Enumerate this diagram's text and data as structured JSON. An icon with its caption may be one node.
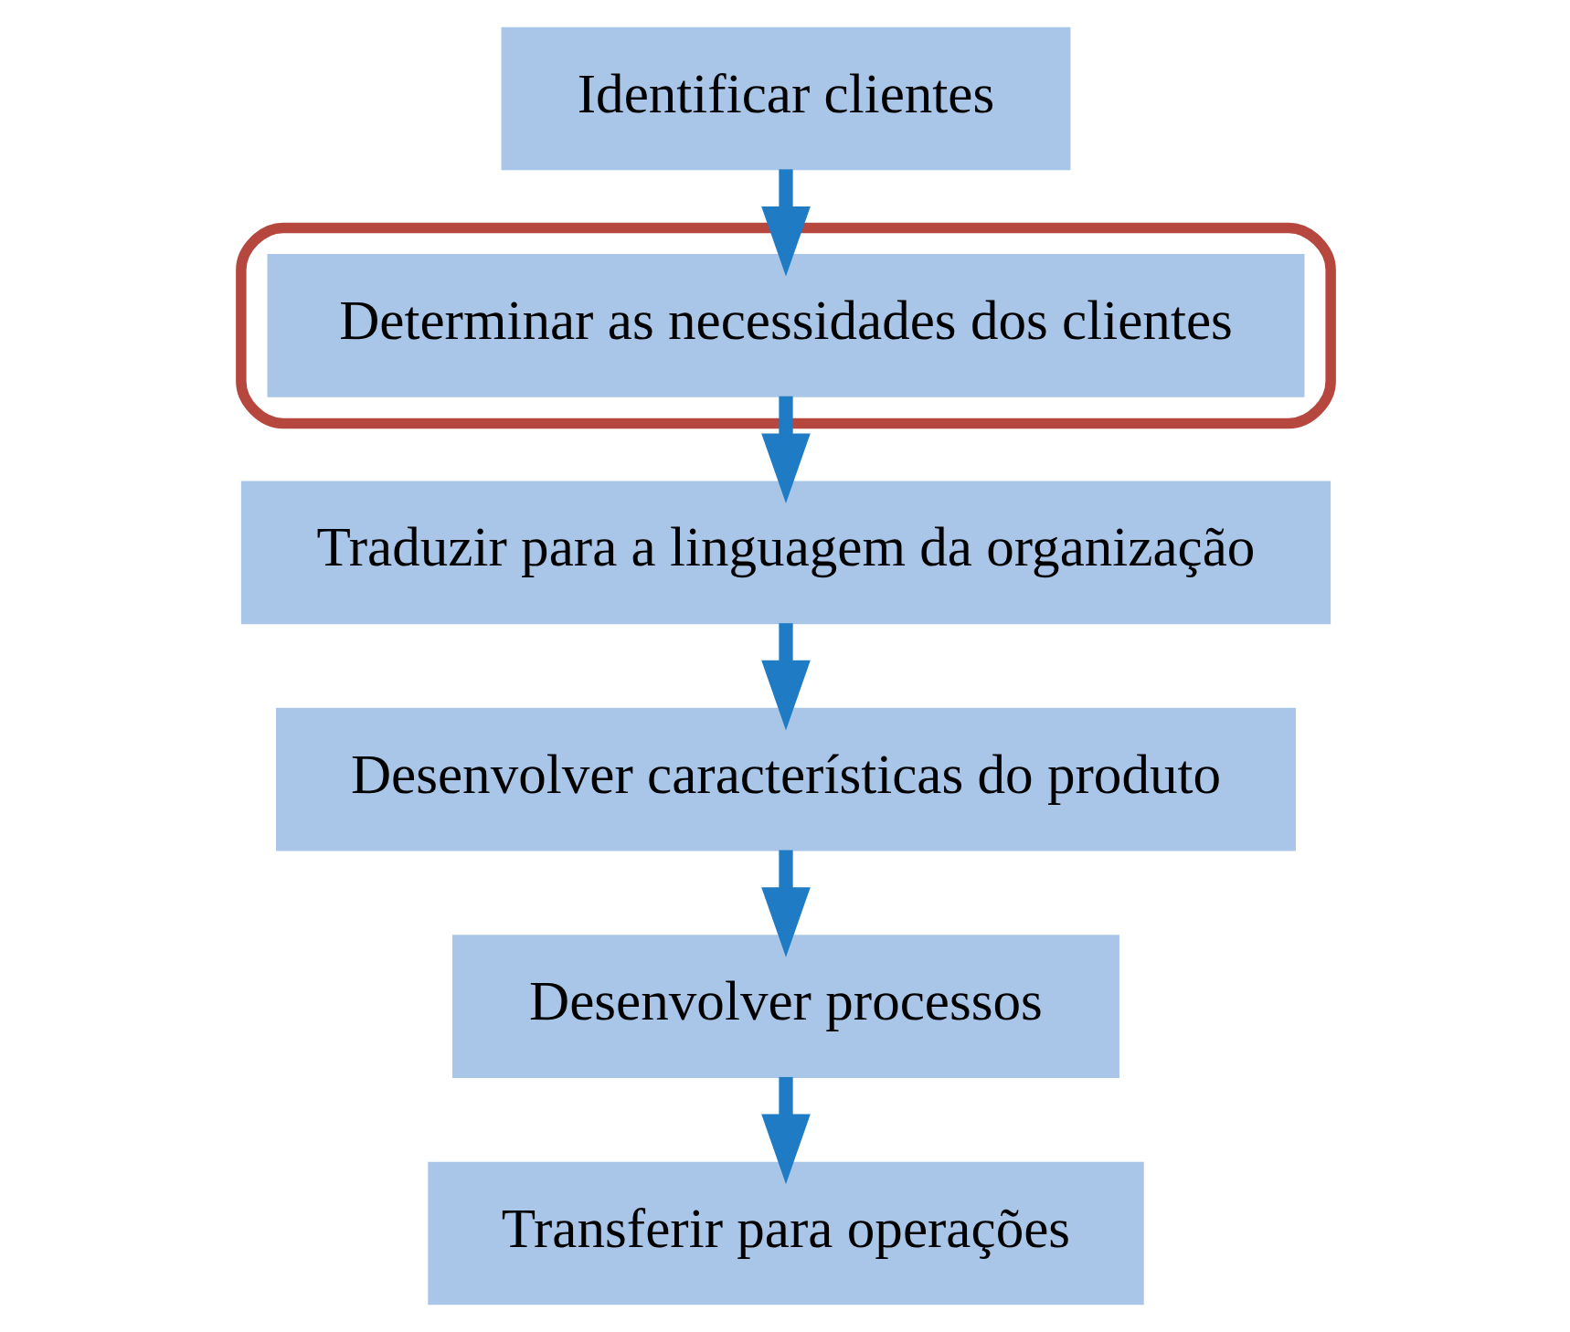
{
  "diagram": {
    "nodes": [
      {
        "text": [
          "Identificar clientes"
        ]
      },
      {
        "text": [],
        "shape": "ellipse"
      },
      {
        "text": [
          "Determinar as necessidades dos clientes"
        ],
        "in": 1
      },
      {
        "text": [
          "Traduzir para a linguagem da organização"
        ]
      },
      {
        "text": [
          "Desenvolver características do produto"
        ]
      },
      {
        "text": [
          "Desenvolver processos"
        ]
      },
      {
        "text": [
          "Transferir para operações"
        ]
      }
    ],
    "edges": [
      {
        "from": 0,
        "to": 2,
        "arrow": "to"
      },
      {
        "from": 2,
        "to": 3,
        "arrow": "to"
      },
      {
        "from": 3,
        "to": 4,
        "arrow": "to"
      },
      {
        "from": 4,
        "to": 5,
        "arrow": "to"
      },
      {
        "from": 5,
        "to": 6,
        "arrow": "to"
      }
    ]
  }
}
